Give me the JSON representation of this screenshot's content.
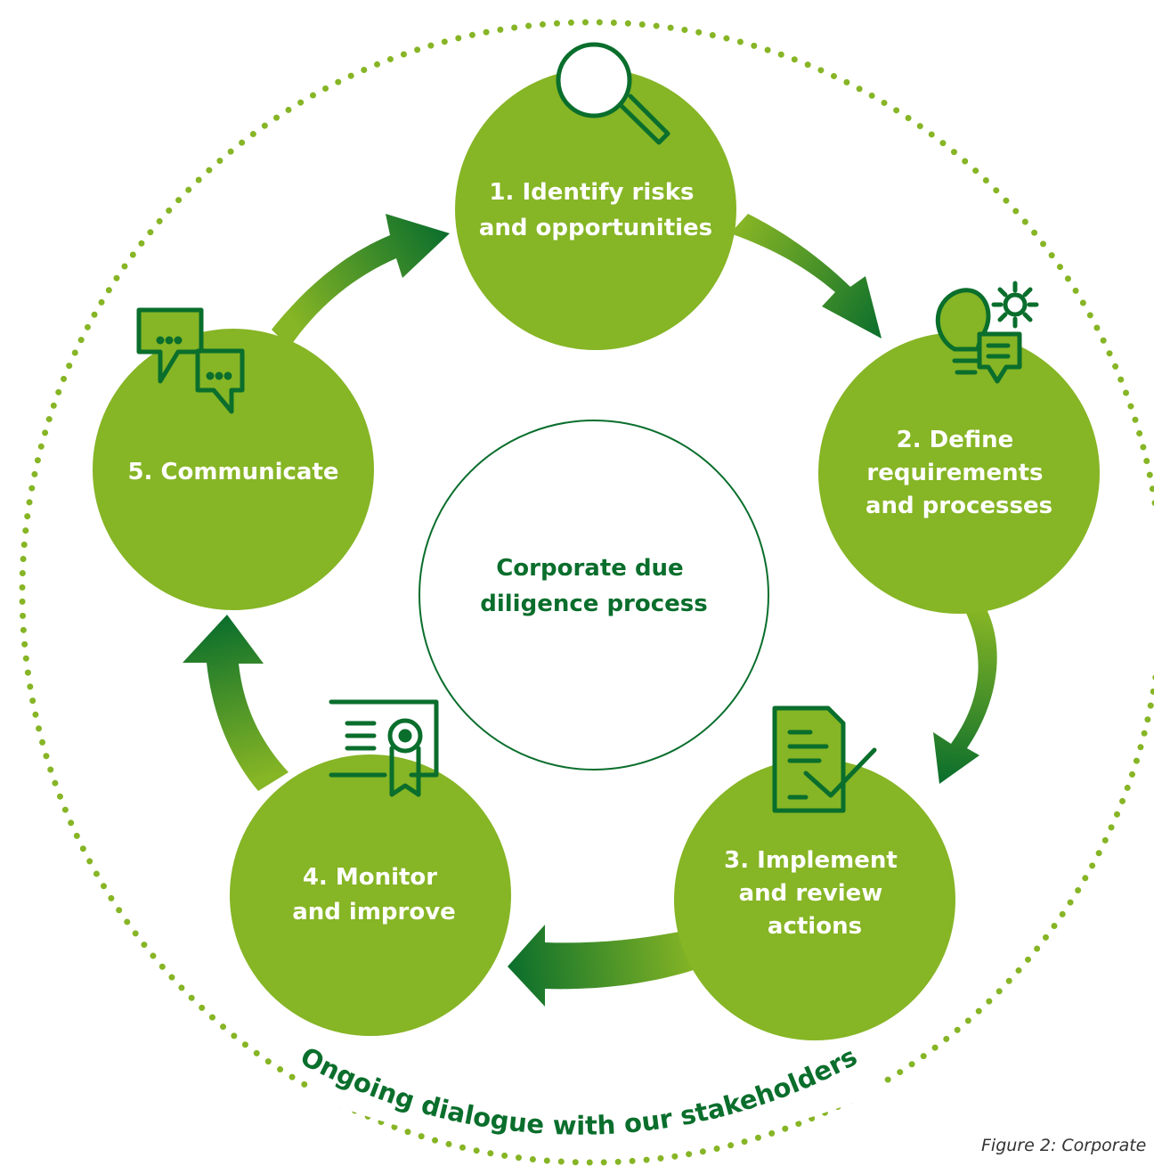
{
  "colors": {
    "step_fill": "#86b525",
    "dark_green": "#0a6e2c",
    "arrow_light": "#86b525",
    "arrow_dark": "#0a6e2c",
    "caption": "#333333"
  },
  "center": {
    "lines": [
      "Corporate due",
      "diligence process"
    ]
  },
  "steps": [
    {
      "lines": [
        "1. Identify risks",
        "and opportunities"
      ],
      "icon": "magnifier-icon"
    },
    {
      "lines": [
        "2. Define",
        "requirements",
        "and processes"
      ],
      "icon": "lightbulb-gear-icon"
    },
    {
      "lines": [
        "3. Implement",
        "and review",
        "actions"
      ],
      "icon": "document-check-icon"
    },
    {
      "lines": [
        "4. Monitor",
        "and improve"
      ],
      "icon": "certificate-icon"
    },
    {
      "lines": [
        "5. Communicate"
      ],
      "icon": "speech-bubbles-icon"
    }
  ],
  "outer_ring": {
    "text": "Ongoing dialogue with our stakeholders",
    "style": "dotted"
  },
  "caption": "Figure 2: Corporate"
}
